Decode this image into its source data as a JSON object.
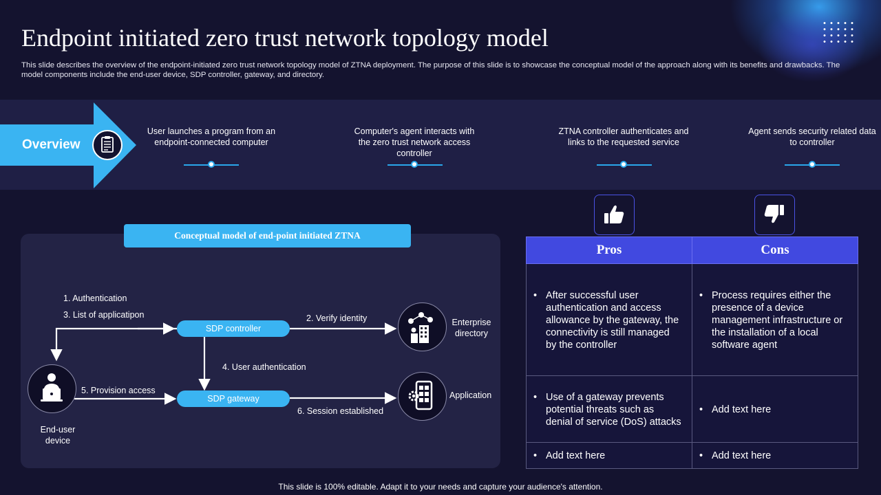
{
  "slide": {
    "title": "Endpoint initiated zero trust network topology model",
    "subtitle": "This slide describes the overview of the endpoint-initiated zero trust network topology model of ZTNA deployment. The purpose of this slide is to showcase the conceptual model of the approach along with its benefits and drawbacks. The model components include the end-user device, SDP controller, gateway, and directory.",
    "footer": "This slide is 100% editable. Adapt it to your needs and capture your audience's attention."
  },
  "overview": {
    "label": "Overview",
    "icon": "clipboard-icon",
    "steps": [
      {
        "text": "User launches a program from an endpoint-connected computer"
      },
      {
        "text": "Computer's agent interacts with the zero trust network access controller"
      },
      {
        "text": "ZTNA controller authenticates and links to the requested service"
      },
      {
        "text": "Agent sends security related data to controller"
      }
    ]
  },
  "diagram": {
    "title": "Conceptual model of end-point initiated ZTNA",
    "nodes": {
      "sdp_controller": "SDP controller",
      "sdp_gateway": "SDP gateway",
      "end_user_device": "End-user device",
      "enterprise_directory": "Enterprise directory",
      "application": "Application"
    },
    "edge_labels": {
      "authentication": "1. Authentication",
      "list_of_applications": "3. List of applicatipon",
      "verify_identity": "2. Verify identity",
      "user_authentication": "4. User authentication",
      "provision_access": "5. Provision access",
      "session_established": "6. Session established"
    },
    "icons": [
      "user-laptop-icon",
      "directory-building-icon",
      "mobile-app-gear-icon"
    ]
  },
  "pros_cons": {
    "pros_header": "Pros",
    "cons_header": "Cons",
    "pros_icon": "thumbs-up-icon",
    "cons_icon": "thumbs-down-icon",
    "rows": [
      {
        "pro": "After successful user authentication and access allowance by the gateway, the connectivity is still managed by the controller",
        "con": "Process requires either the presence of a device management infrastructure or the installation of a local software agent"
      },
      {
        "pro": "Use of a gateway prevents potential threats such as denial of service (DoS) attacks",
        "con": "Add text here"
      },
      {
        "pro": "Add text here",
        "con": "Add text here"
      }
    ]
  },
  "colors": {
    "background": "#14132f",
    "band": "#1f1f45",
    "accent_blue": "#3ab4f2",
    "table_header": "#4149e0"
  }
}
